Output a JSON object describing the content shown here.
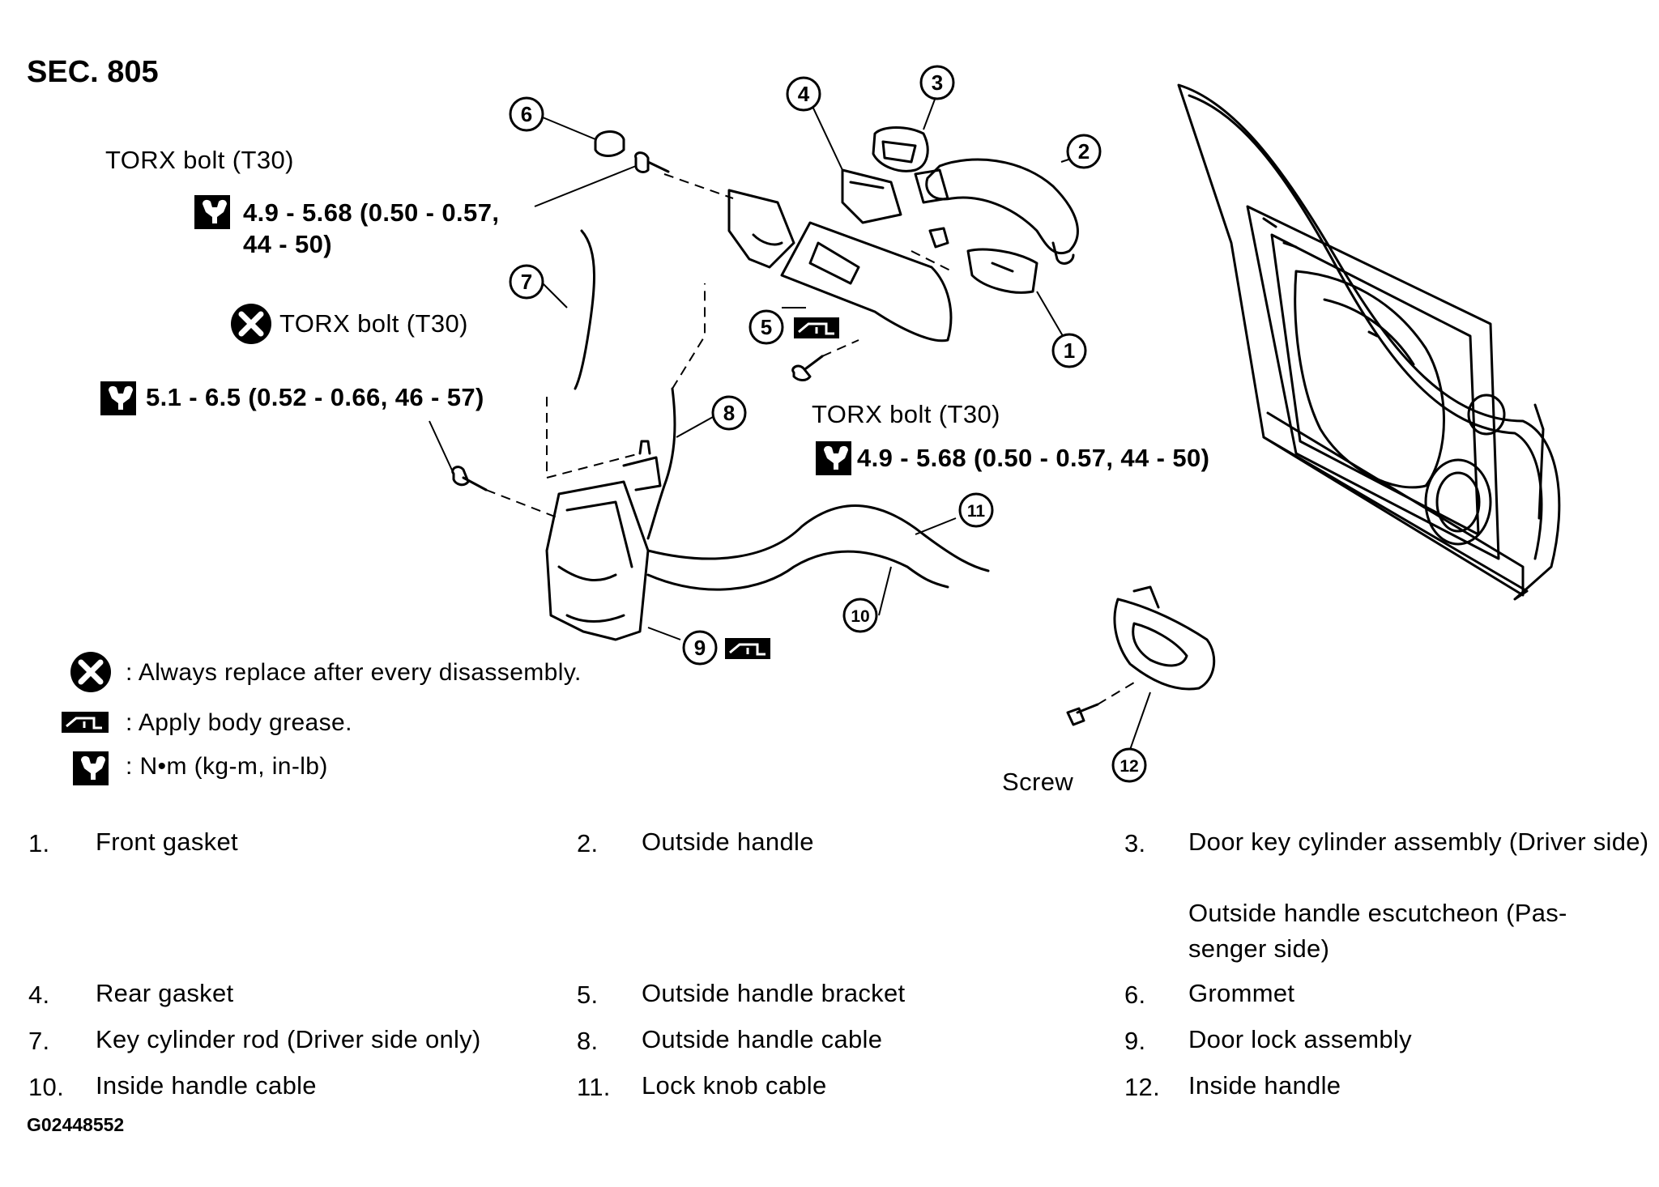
{
  "section": "SEC. 805",
  "callouts": {
    "torx_upper": "TORX bolt (T30)",
    "torque_upper_1": "4.9 - 5.68 (0.50 - 0.57,",
    "torque_upper_2": "44 - 50)",
    "torx_middle": "TORX bolt (T30)",
    "torque_lower": "5.1 - 6.5 (0.52 - 0.66, 46 - 57)",
    "torx_right": "TORX bolt (T30)",
    "torque_right": "4.9 - 5.68 (0.50 - 0.57, 44 - 50)",
    "screw": "Screw"
  },
  "part_numbers": [
    "1",
    "2",
    "3",
    "4",
    "5",
    "6",
    "7",
    "8",
    "9",
    "10",
    "11",
    "12"
  ],
  "legend": [
    {
      "icon": "replace-icon",
      "text": ": Always replace after every disassembly."
    },
    {
      "icon": "grease-icon",
      "text": ": Apply body grease."
    },
    {
      "icon": "torque-wrench-icon",
      "text": ":  N•m  (kg-m,  in-lb)"
    }
  ],
  "parts": [
    {
      "num": "1.",
      "name": "Front gasket"
    },
    {
      "num": "2.",
      "name": "Outside handle"
    },
    {
      "num": "3.",
      "name": "Door key cylinder assembly (Driver side)",
      "name2": "Outside handle escutcheon (Pas-senger side)"
    },
    {
      "num": "4.",
      "name": "Rear gasket"
    },
    {
      "num": "5.",
      "name": "Outside handle bracket"
    },
    {
      "num": "6.",
      "name": "Grommet"
    },
    {
      "num": "7.",
      "name": "Key cylinder rod (Driver side only)"
    },
    {
      "num": "8.",
      "name": "Outside handle cable"
    },
    {
      "num": "9.",
      "name": "Door lock assembly"
    },
    {
      "num": "10.",
      "name": "Inside handle cable"
    },
    {
      "num": "11.",
      "name": "Lock knob cable"
    },
    {
      "num": "12.",
      "name": "Inside handle"
    }
  ],
  "figure_code": "G02448552"
}
